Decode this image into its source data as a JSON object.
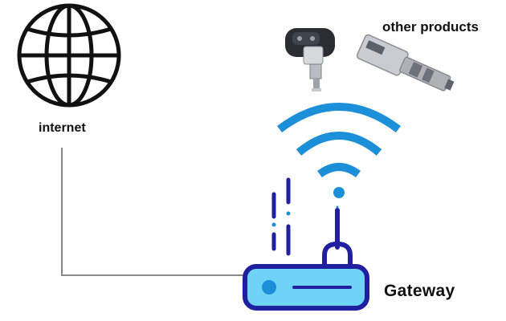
{
  "labels": {
    "internet": "internet",
    "other_products": "other products",
    "gateway": "Gateway"
  },
  "icons": {
    "internet": "globe-icon",
    "wifi": "wifi-signal-icon",
    "gateway": "router-icon",
    "signal": "signal-dashes-icon",
    "product_1": "tire-pressure-sensor-icon",
    "product_2": "vape-device-icon"
  },
  "colors": {
    "wifi_blue": "#1b8fd8",
    "router_navy": "#1f1fa0",
    "router_fill": "#6fd3f7",
    "connector_gray": "#888888",
    "globe_black": "#111111"
  }
}
